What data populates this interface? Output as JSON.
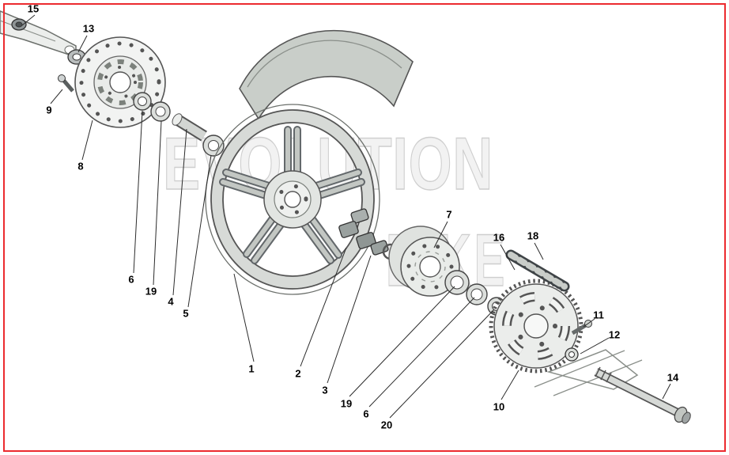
{
  "diagram": {
    "watermark": {
      "line1": "EVOLUTION",
      "line2": "BIKE"
    },
    "border_color": "#ec2b2f",
    "callouts": [
      {
        "label": "15"
      },
      {
        "label": "13"
      },
      {
        "label": "9"
      },
      {
        "label": "8"
      },
      {
        "label": "6"
      },
      {
        "label": "19"
      },
      {
        "label": "4"
      },
      {
        "label": "5"
      },
      {
        "label": "1"
      },
      {
        "label": "2"
      },
      {
        "label": "3"
      },
      {
        "label": "19"
      },
      {
        "label": "6"
      },
      {
        "label": "20"
      },
      {
        "label": "7"
      },
      {
        "label": "16"
      },
      {
        "label": "18"
      },
      {
        "label": "11"
      },
      {
        "label": "12"
      },
      {
        "label": "10"
      },
      {
        "label": "14"
      }
    ]
  }
}
